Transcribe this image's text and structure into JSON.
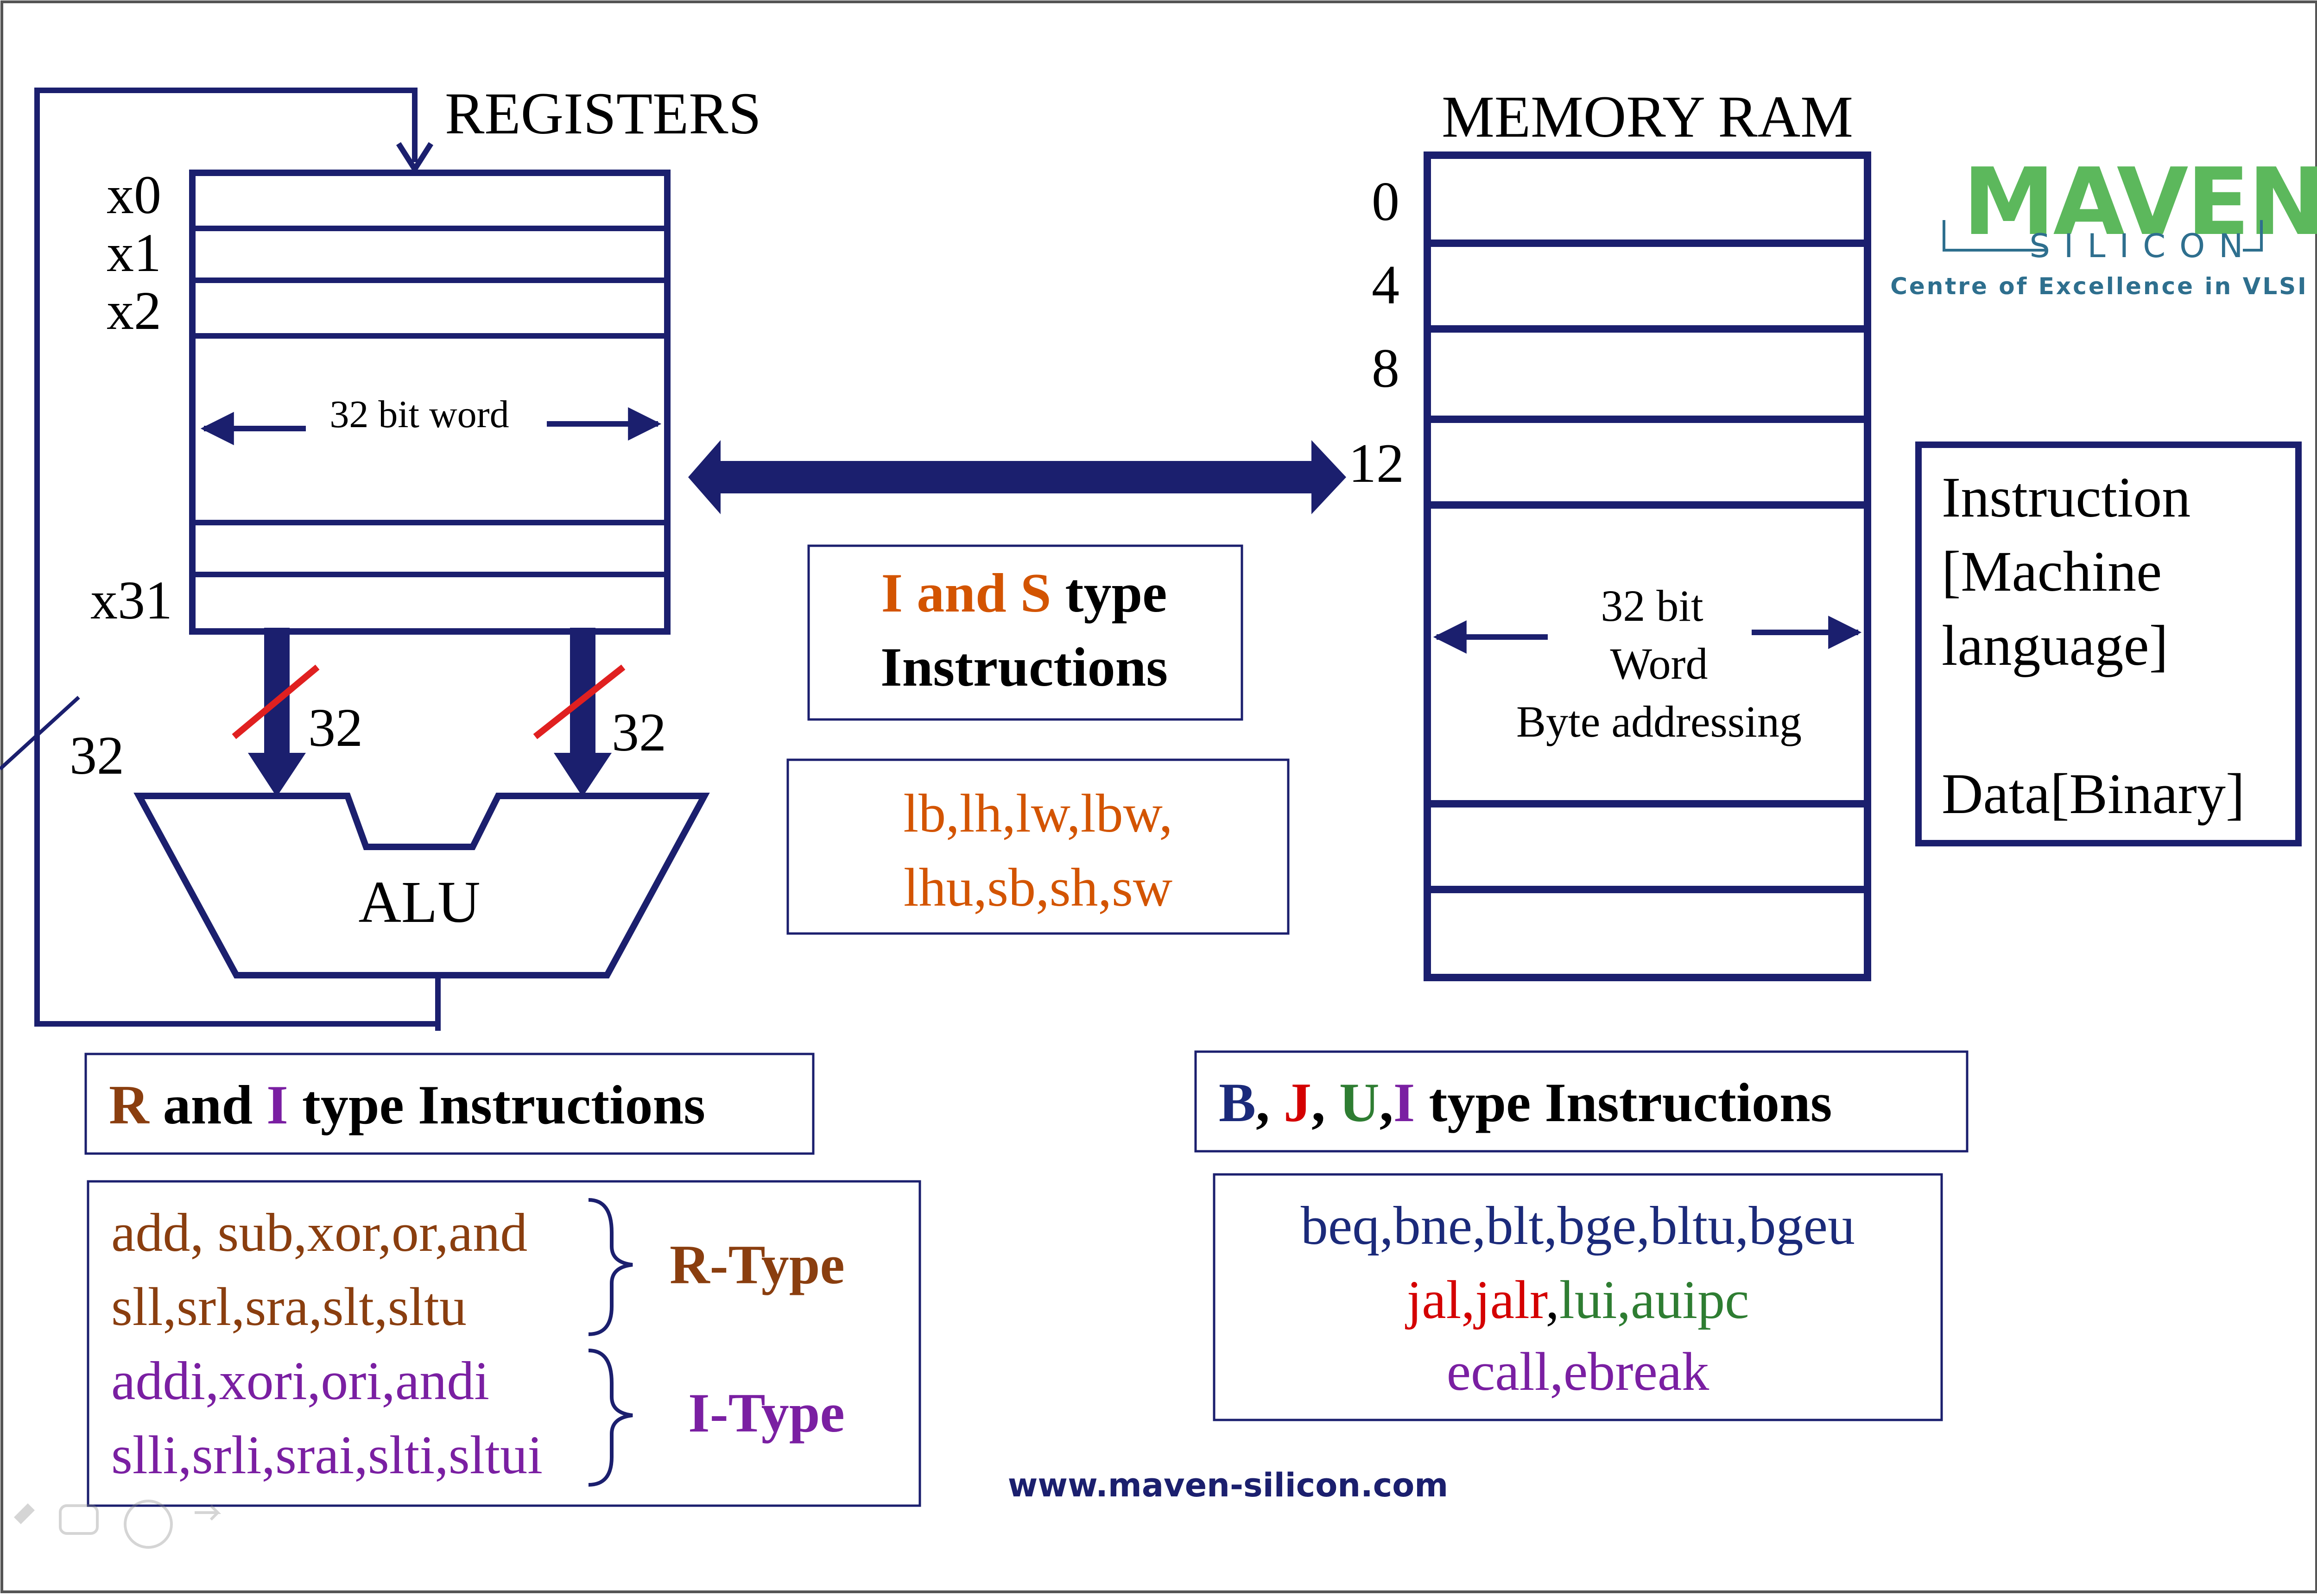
{
  "colors": {
    "navy": "#1b1f6e",
    "orange": "#d35400",
    "brown": "#8a3e0f",
    "purple": "#7a1fa2",
    "red": "#d40000",
    "green": "#2e7d32",
    "blue": "#1b2a7a",
    "maven_green": "#5cb85c",
    "maven_teal": "#2e6f8e"
  },
  "registers": {
    "title": "REGISTERS",
    "labels": [
      "x0",
      "x1",
      "x2",
      "x31"
    ],
    "word_label": "32 bit word",
    "bus_width_left": "32",
    "bus_width_right": "32",
    "feedback_width": "32",
    "alu_label": "ALU"
  },
  "memory": {
    "title": "MEMORY RAM",
    "addresses": [
      "0",
      "4",
      "8",
      "12"
    ],
    "word_line1": "32 bit",
    "word_line2": "Word",
    "word_line3": "Byte addressing"
  },
  "logo": {
    "name": "MAVEN",
    "sub": "SILICON",
    "tagline": "Centre of Excellence in VLSI"
  },
  "instruction_box": {
    "line1": "Instruction",
    "line2": "[Machine",
    "line3": "language]",
    "line4": "Data[Binary]"
  },
  "is_type": {
    "part_i": "I",
    "part_and": " and ",
    "part_s": "S",
    "part_type": " type",
    "line2": "Instructions",
    "list_line1": "lb,lh,lw,lbw,",
    "list_line2": "lhu,sb,sh,sw"
  },
  "ri_type": {
    "part_r": "R",
    "part_and": " and ",
    "part_i": "I",
    "part_rest": " type Instructions",
    "r_line1": "add, sub,xor,or,and",
    "r_line2": "sll,srl,sra,slt,sltu",
    "r_label": "R-Type",
    "i_line1": "addi,xori,ori,andi",
    "i_line2": "slli,srli,srai,slti,sltui",
    "i_label": "I-Type"
  },
  "bjui_type": {
    "part_b": "B",
    "sep1": ", ",
    "part_j": "J",
    "sep2": ", ",
    "part_u": "U",
    "sep3": ",",
    "part_i": "I",
    "part_rest": " type Instructions",
    "line1": "beq,bne,blt,bge,bltu,bgeu",
    "line2_jal": "jal,jalr",
    "line2_sep": ",",
    "line2_lui": "lui,auipc",
    "line3": "ecall,ebreak"
  },
  "footer": {
    "url": "www.maven-silicon.com"
  }
}
